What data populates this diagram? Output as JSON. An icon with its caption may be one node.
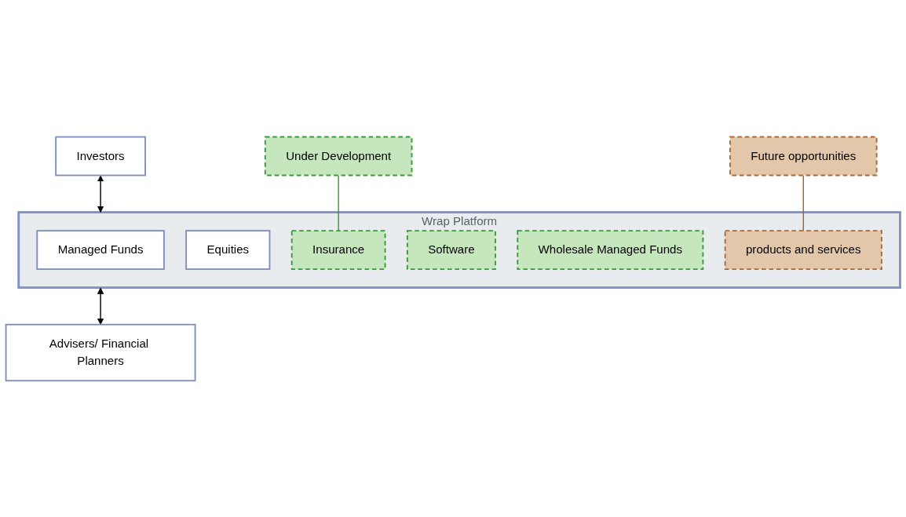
{
  "diagram": {
    "nodes": [
      {
        "text": [
          "Investors"
        ]
      },
      {
        "text": [
          "Wrap Platform"
        ]
      },
      {
        "text": [
          "Managed Funds"
        ],
        "in": 1
      },
      {
        "text": [
          "Equities"
        ],
        "in": 1
      },
      {
        "text": [
          "Insurance"
        ],
        "in": 1
      },
      {
        "text": [
          "Software"
        ],
        "in": 1
      },
      {
        "text": [
          "Wholesale Managed Funds"
        ],
        "in": 1
      },
      {
        "text": [
          "products and services"
        ],
        "in": 1
      },
      {
        "text": [
          "Under Development"
        ]
      },
      {
        "text": [
          "Advisers/ Financial Planners"
        ]
      },
      {
        "text": [
          "Future opportunities"
        ]
      }
    ],
    "edges": [
      {
        "from": 0,
        "to": 1,
        "arrow": "both"
      },
      {
        "from": 1,
        "to": 9,
        "arrow": "both"
      },
      {
        "from": 8,
        "to": 4,
        "arrow": "none",
        "color": "#339933"
      },
      {
        "from": 10,
        "to": 7,
        "arrow": "none",
        "color": "#996633"
      }
    ]
  }
}
